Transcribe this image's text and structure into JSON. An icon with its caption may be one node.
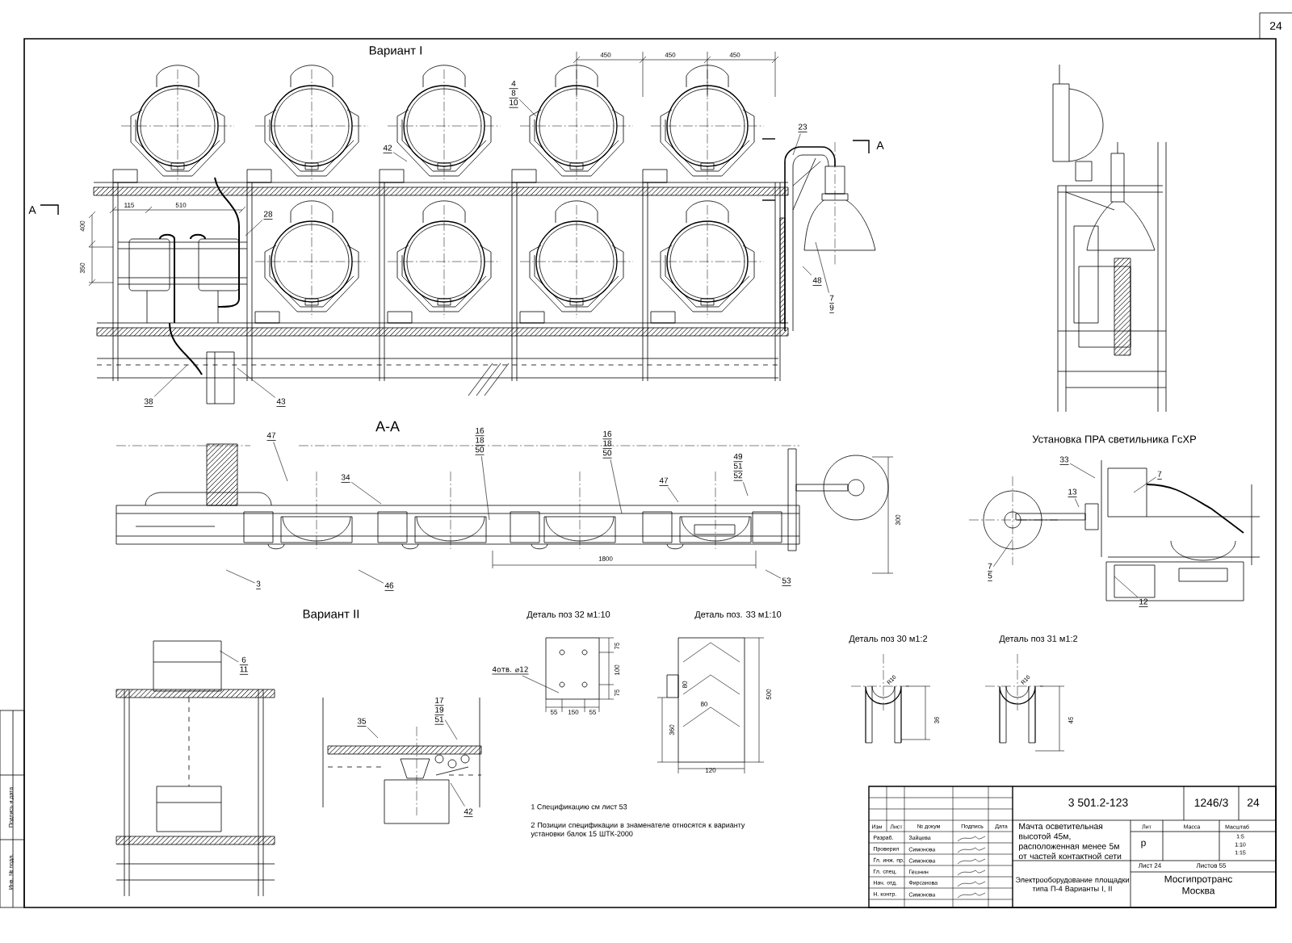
{
  "diagram": {
    "title": "Вариант I",
    "nodes": [
      {
        "text": [
          "4",
          "8",
          "10"
        ]
      },
      {
        "text": [
          "42"
        ]
      },
      {
        "text": [
          "28"
        ]
      },
      {
        "text": [
          "38"
        ]
      },
      {
        "text": [
          "43"
        ]
      },
      {
        "text": [
          "23"
        ]
      },
      {
        "text": [
          "48"
        ]
      },
      {
        "text": [
          "7",
          "9"
        ]
      },
      {
        "text": [
          "47"
        ]
      },
      {
        "text": [
          "34"
        ]
      },
      {
        "text": [
          "16",
          "18",
          "50"
        ]
      },
      {
        "text": [
          "16",
          "18",
          "50"
        ]
      },
      {
        "text": [
          "47"
        ]
      },
      {
        "text": [
          "49",
          "51",
          "52"
        ]
      },
      {
        "text": [
          "3"
        ]
      },
      {
        "text": [
          "46"
        ]
      },
      {
        "text": [
          "53"
        ]
      },
      {
        "text": [
          "33"
        ]
      },
      {
        "text": [
          "7"
        ]
      },
      {
        "text": [
          "13"
        ]
      },
      {
        "text": [
          "7",
          "5"
        ]
      },
      {
        "text": [
          "12"
        ]
      },
      {
        "text": [
          "6",
          "11"
        ]
      },
      {
        "text": [
          "35"
        ]
      },
      {
        "text": [
          "17",
          "19",
          "51"
        ]
      },
      {
        "text": [
          "42"
        ]
      },
      {
        "text": [
          "4отв. ⌀12"
        ]
      }
    ],
    "edges": [
      {
        "from": 0,
        "to": null,
        "arrow": "none"
      },
      {
        "from": 1,
        "to": null,
        "arrow": "none"
      },
      {
        "from": 2,
        "to": null,
        "arrow": "none"
      },
      {
        "from": 3,
        "to": null,
        "arrow": "none"
      },
      {
        "from": 4,
        "to": null,
        "arrow": "none"
      },
      {
        "from": 5,
        "to": null,
        "arrow": "none"
      },
      {
        "from": 6,
        "to": null,
        "arrow": "none"
      },
      {
        "from": 7,
        "to": null,
        "arrow": "none"
      },
      {
        "from": 8,
        "to": null,
        "arrow": "none"
      },
      {
        "from": 9,
        "to": null,
        "arrow": "none"
      },
      {
        "from": 10,
        "to": null,
        "arrow": "none"
      },
      {
        "from": 11,
        "to": null,
        "arrow": "none"
      },
      {
        "from": 12,
        "to": null,
        "arrow": "none"
      },
      {
        "from": 13,
        "to": null,
        "arrow": "none"
      },
      {
        "from": 14,
        "to": null,
        "arrow": "none"
      },
      {
        "from": 15,
        "to": null,
        "arrow": "none"
      },
      {
        "from": 16,
        "to": null,
        "arrow": "none"
      },
      {
        "from": 17,
        "to": null,
        "arrow": "none"
      },
      {
        "from": 18,
        "to": null,
        "arrow": "none"
      },
      {
        "from": 19,
        "to": null,
        "arrow": "none"
      },
      {
        "from": 20,
        "to": null,
        "arrow": "none"
      },
      {
        "from": 21,
        "to": null,
        "arrow": "none"
      },
      {
        "from": 22,
        "to": null,
        "arrow": "none"
      },
      {
        "from": 23,
        "to": null,
        "arrow": "none"
      },
      {
        "from": 24,
        "to": null,
        "arrow": "none"
      },
      {
        "from": 25,
        "to": null,
        "arrow": "none"
      },
      {
        "from": 26,
        "to": null,
        "arrow": "none"
      }
    ],
    "labels": [
      "24",
      "450",
      "450",
      "450",
      "А",
      "А",
      "115",
      "510",
      "400",
      "350",
      "А-А",
      "1800",
      "300",
      "Установка ПРА светильника ГсХР",
      "Вариант II",
      "Деталь поз 32 м1:10",
      "Деталь поз. 33 м1:10",
      "Деталь поз 30 м1:2",
      "Деталь поз 31 м1:2",
      "75",
      "100",
      "75",
      "55",
      "150",
      "55",
      "80",
      "80",
      "360",
      "500",
      "120",
      "R10",
      "36",
      "R10",
      "45",
      "1 Спецификацию см лист 53",
      "2 Позиции спецификации в знаменателе относятся к варианту установки балок 15 ШТК-2000",
      "Изм",
      "Лист",
      "№ докум",
      "Подпись",
      "Дата",
      "Разраб.",
      "Зайцева",
      "Проверил",
      "Симонова",
      "Гл. инж. пр.",
      "Симонова",
      "Гл. спец.",
      "Гешнин",
      "Нач. отд.",
      "Фирсанова",
      "Н. контр.",
      "Симонова",
      "3 501.2-123",
      "1246/3",
      "24",
      "Мачта осветительная высотой 45м, расположенная менее 5м от частей контактной сети",
      "Лит",
      "Масса",
      "Масштаб",
      "р",
      "1:5",
      "1:10",
      "1:15",
      "Лист 24",
      "Листов 55",
      "Электрооборудование площадки типа П-4 Варианты I, II",
      "Мосгипротранс Москва",
      "Подпись и дата",
      "Инв. № подл."
    ]
  }
}
